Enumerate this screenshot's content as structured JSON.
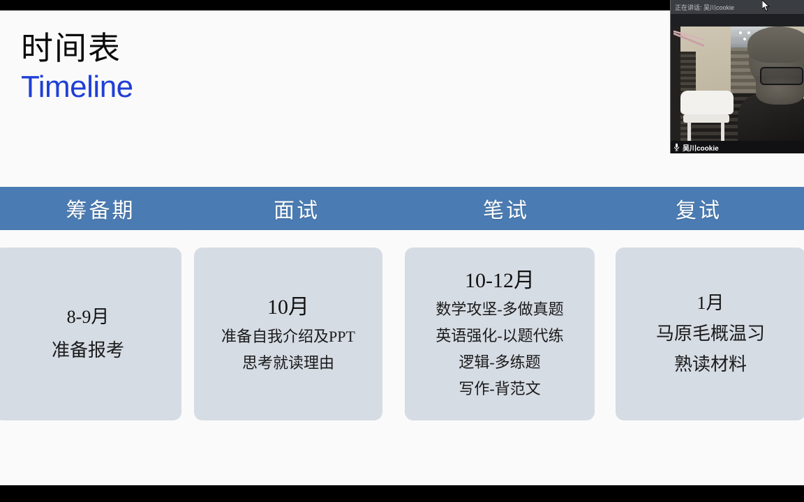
{
  "slide": {
    "title_cn": "时间表",
    "title_en": "Timeline",
    "accent_blue": "#1f3fd6",
    "chevron_blue": "#4a7bb2",
    "card_bg": "#d6dce4",
    "stages": [
      {
        "label": "筹备期"
      },
      {
        "label": "面试"
      },
      {
        "label": "笔试"
      },
      {
        "label": "复试"
      }
    ],
    "cards": [
      {
        "heading": "8-9月",
        "lines": [
          "准备报考"
        ]
      },
      {
        "heading": "10月",
        "lines": [
          "准备自我介绍及PPT",
          "思考就读理由"
        ]
      },
      {
        "heading": "10-12月",
        "lines": [
          "数学攻坚-多做真题",
          "英语强化-以题代练",
          "逻辑-多练题",
          "写作-背范文"
        ]
      },
      {
        "heading": "1月",
        "lines": [
          "马原毛概温习",
          "熟读材料"
        ]
      }
    ]
  },
  "webcam": {
    "speaking_label": "正在讲话: 吴川cookie",
    "participant_name": "吴川cookie",
    "mic_icon": "microphone-icon"
  }
}
